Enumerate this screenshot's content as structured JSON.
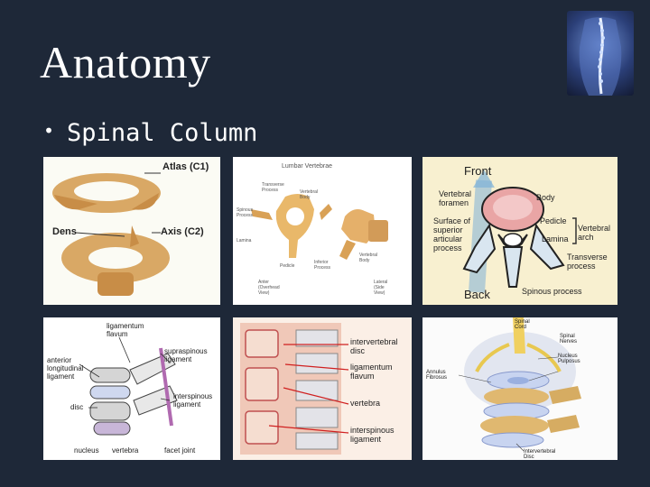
{
  "slide": {
    "title": "Anatomy",
    "bullet": "Spinal Column"
  },
  "panels": {
    "atlas_axis": {
      "atlas": "Atlas (C1)",
      "dens": "Dens",
      "axis": "Axis (C2)"
    },
    "lumbar": {
      "heading": "Lumbar Vertebrae",
      "transverse": [
        "Transverse",
        "Process"
      ],
      "vertebral_body": [
        "Vertebral",
        "Body"
      ],
      "spinous": [
        "Spinous",
        "Process"
      ],
      "lamina": "Lamina",
      "pedicle": "Pedicle",
      "inferior": [
        "Inferior",
        "Process"
      ],
      "vertebral_body2": [
        "Vertebral",
        "Body"
      ],
      "anterior": [
        "Anter",
        "(Overhead",
        "View)"
      ],
      "lateral": [
        "Lateral",
        "(Side",
        "View)"
      ]
    },
    "vertebra_top": {
      "front": "Front",
      "back": "Back",
      "vertebral_foramen": [
        "Vertebral",
        "foramen"
      ],
      "body": "Body",
      "surface": [
        "Surface of",
        "superior",
        "articular",
        "process"
      ],
      "pedicle": "Pedicle",
      "lamina": "Lamina",
      "vertebral_arch": [
        "Vertebral",
        "arch"
      ],
      "transverse": [
        "Transverse",
        "process"
      ],
      "spinous": "Spinous process"
    },
    "ligaments": {
      "ligamentum_flavum": [
        "ligamentum",
        "flavum"
      ],
      "anterior_long": [
        "anterior",
        "longitudinal",
        "ligament"
      ],
      "supraspinous": [
        "supraspinous",
        "ligament"
      ],
      "interspinous": [
        "interspinous",
        "ligament"
      ],
      "disc": "disc",
      "nucleus": "nucleus",
      "vertebra": "vertebra",
      "facet_joint": "facet joint"
    },
    "section": {
      "intervertebral_disc": [
        "intervertebral",
        "disc"
      ],
      "ligamentum_flavum": [
        "ligamentum",
        "flavum"
      ],
      "vertebra": "vertebra",
      "interspinous": [
        "interspinous",
        "ligament"
      ]
    },
    "disc_3d": {
      "spinal_cord": [
        "Spinal",
        "Cord"
      ],
      "spinal_nerves": [
        "Spinal",
        "Nerves"
      ],
      "nucleus": [
        "Nucleus",
        "Pulposus"
      ],
      "annulus": [
        "Annulus",
        "Fibrosus"
      ],
      "intervertebral": [
        "Intervertebral",
        "Disc"
      ]
    }
  }
}
